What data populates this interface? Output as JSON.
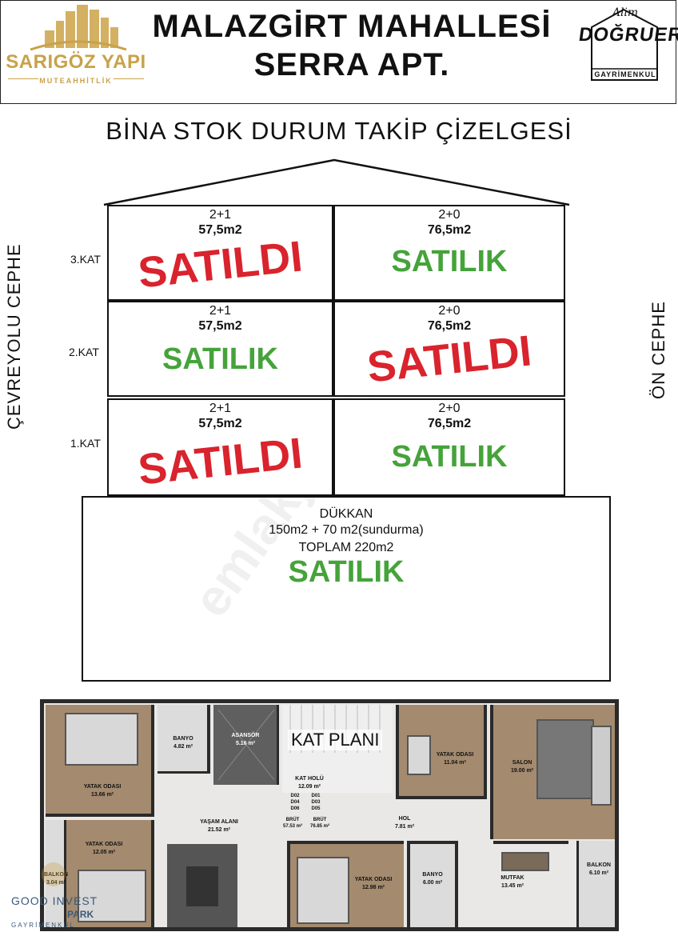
{
  "header": {
    "brand": {
      "name": "SARIGÖZ YAPI",
      "subtitle": "MUTEAHHİTLİK"
    },
    "title_line1": "MALAZGİRT MAHALLESİ",
    "title_line2": "SERRA APT.",
    "agent": {
      "signature": "Alim",
      "name": "DOĞRUER",
      "subtitle": "GAYRİMENKUL"
    }
  },
  "chart_title": "BİNA STOK DURUM TAKİP ÇİZELGESİ",
  "side_labels": {
    "left": "ÇEVREYOLU CEPHE",
    "right": "ÖN CEPHE"
  },
  "floors": [
    {
      "label": "3.KAT",
      "units": [
        {
          "type": "2+1",
          "area": "57,5m2",
          "status": "SATILDI"
        },
        {
          "type": "2+0",
          "area": "76,5m2",
          "status": "SATILIK"
        }
      ]
    },
    {
      "label": "2.KAT",
      "units": [
        {
          "type": "2+1",
          "area": "57,5m2",
          "status": "SATILIK"
        },
        {
          "type": "2+0",
          "area": "76,5m2",
          "status": "SATILDI"
        }
      ]
    },
    {
      "label": "1.KAT",
      "units": [
        {
          "type": "2+1",
          "area": "57,5m2",
          "status": "SATILDI"
        },
        {
          "type": "2+0",
          "area": "76,5m2",
          "status": "SATILIK"
        }
      ]
    }
  ],
  "shop": {
    "name": "DÜKKAN",
    "area": "150m2 + 70 m2(sundurma)",
    "total": "TOPLAM 220m2",
    "status": "SATILIK"
  },
  "status_colors": {
    "SATILIK": "#45a33a",
    "SATILDI": "#d9232d"
  },
  "floor_plan": {
    "title": "KAT PLANI",
    "rooms": {
      "yatak1": {
        "name": "YATAK ODASI",
        "area": "13.66 m²"
      },
      "banyo1": {
        "name": "BANYO",
        "area": "4.82 m²"
      },
      "asansor": {
        "name": "ASANSÖR",
        "area": "5.16 m²"
      },
      "kat_holu": {
        "name": "KAT HOLÜ",
        "area": "12.09 m²"
      },
      "yatak2": {
        "name": "YATAK ODASI",
        "area": "11.04 m²"
      },
      "salon": {
        "name": "SALON",
        "area": "19.00 m²"
      },
      "yasam": {
        "name": "YAŞAM ALANI",
        "area": "21.52 m²"
      },
      "hol": {
        "name": "HOL",
        "area": "7.81 m²"
      },
      "yatak3": {
        "name": "YATAK ODASI",
        "area": "12.05 m²"
      },
      "balkon1": {
        "name": "BALKON",
        "area": "3.04 m²"
      },
      "yatak4": {
        "name": "YATAK ODASI",
        "area": "12.98 m²"
      },
      "banyo2": {
        "name": "BANYO",
        "area": "6.00 m²"
      },
      "mutfak": {
        "name": "MUTFAK",
        "area": "13.45 m²"
      },
      "balkon2": {
        "name": "BALKON",
        "area": "6.10 m²"
      }
    },
    "doors": {
      "d_left": "D02\nD04\nD06",
      "d_right": "D01\nD03\nD05"
    },
    "brut_left": {
      "label": "BRÜT",
      "area": "57.53 m²"
    },
    "brut_right": {
      "label": "BRÜT",
      "area": "76.85 m²"
    }
  },
  "watermarks": {
    "main": "emlakjet.com",
    "corner_name": "GOOD INVEST",
    "corner_name2": "PARK",
    "corner_sub": "GAYRİMENKUL"
  }
}
